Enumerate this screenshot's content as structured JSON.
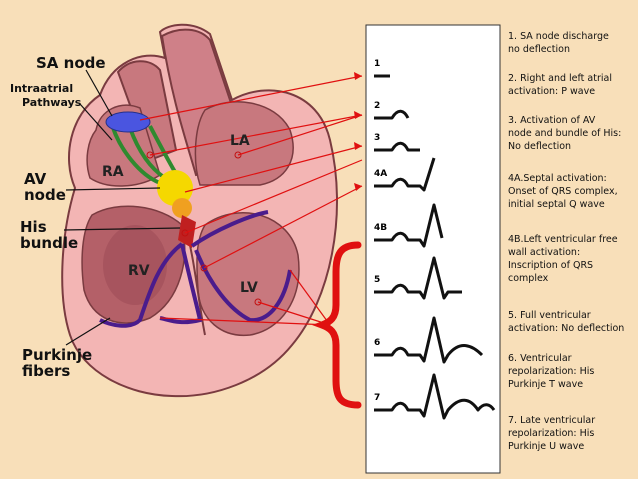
{
  "labels": {
    "sa_node": "SA node",
    "intraatrial": "Intraatrial\nPathways",
    "av_node": "AV\nnode",
    "his_bundle": "His\nbundle",
    "purkinje": "Purkinje\nfibers",
    "ra": "RA",
    "la": "LA",
    "rv": "RV",
    "lv": "LV"
  },
  "waveform_numbers": [
    "1",
    "2",
    "3",
    "4A",
    "4B",
    "5",
    "6",
    "7"
  ],
  "descriptions": [
    "1.  SA node discharge\nno deflection",
    "2.  Right and left atrial\nactivation: P wave",
    "3.  Activation of AV\nnode and bundle of His:\nNo deflection",
    "4A.Septal activation:\nOnset of QRS complex,\ninitial septal Q wave",
    "4B.Left ventricular free\nwall activation:\nInscription of QRS\ncomplex",
    "5.  Full ventricular\nactivation: No deflection",
    "6.  Ventricular\nrepolarization: His\nPurkinje T wave",
    "7.  Late ventricular\nrepolarization: His\nPurkinje U wave"
  ],
  "colors": {
    "background": "#f8dfb9",
    "heart_outer": "#f3b5b4",
    "heart_chamber": "#c8787e",
    "pointer": "#e01010",
    "purkinje": "#4a1c8c",
    "pathways": "#2f8a2f",
    "sa_node": "#4a55e0",
    "av_node": "#f5d800",
    "brace": "#e01010"
  }
}
